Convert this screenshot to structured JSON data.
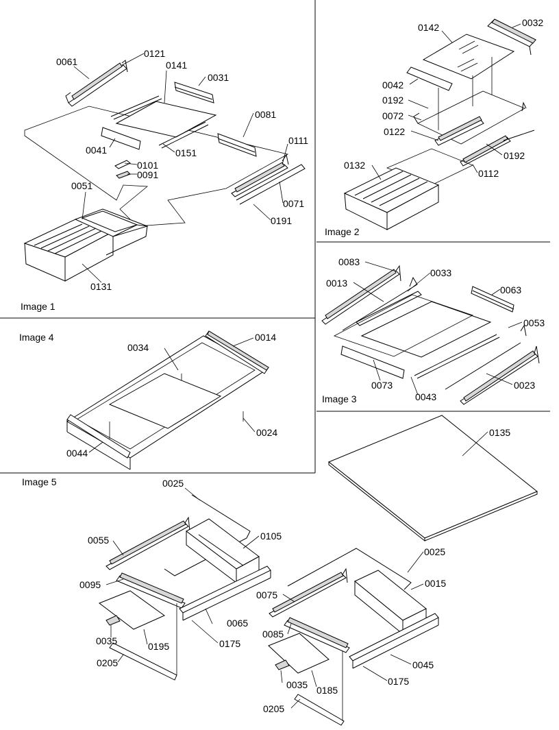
{
  "panels": {
    "image1": "Image 1",
    "image2": "Image 2",
    "image3": "Image 3",
    "image4": "Image 4",
    "image5": "Image 5"
  },
  "callouts": {
    "p1": [
      "0061",
      "0121",
      "0141",
      "0031",
      "0081",
      "0041",
      "0101",
      "0091",
      "0151",
      "0111",
      "0071",
      "0191",
      "0051",
      "0131"
    ],
    "p2": [
      "0142",
      "0032",
      "0042",
      "0192",
      "0072",
      "0122",
      "0192",
      "0112",
      "0132"
    ],
    "p3": [
      "0083",
      "0013",
      "0033",
      "0063",
      "0053",
      "0073",
      "0043",
      "0023"
    ],
    "p4": [
      "0034",
      "0014",
      "0024",
      "0044"
    ],
    "p6": [
      "0135"
    ],
    "p5": [
      "0025",
      "0055",
      "0105",
      "0095",
      "0035",
      "0195",
      "0065",
      "0175",
      "0205",
      "0025",
      "0015",
      "0075",
      "0085",
      "0035",
      "0185",
      "0045",
      "0175",
      "0205"
    ]
  }
}
